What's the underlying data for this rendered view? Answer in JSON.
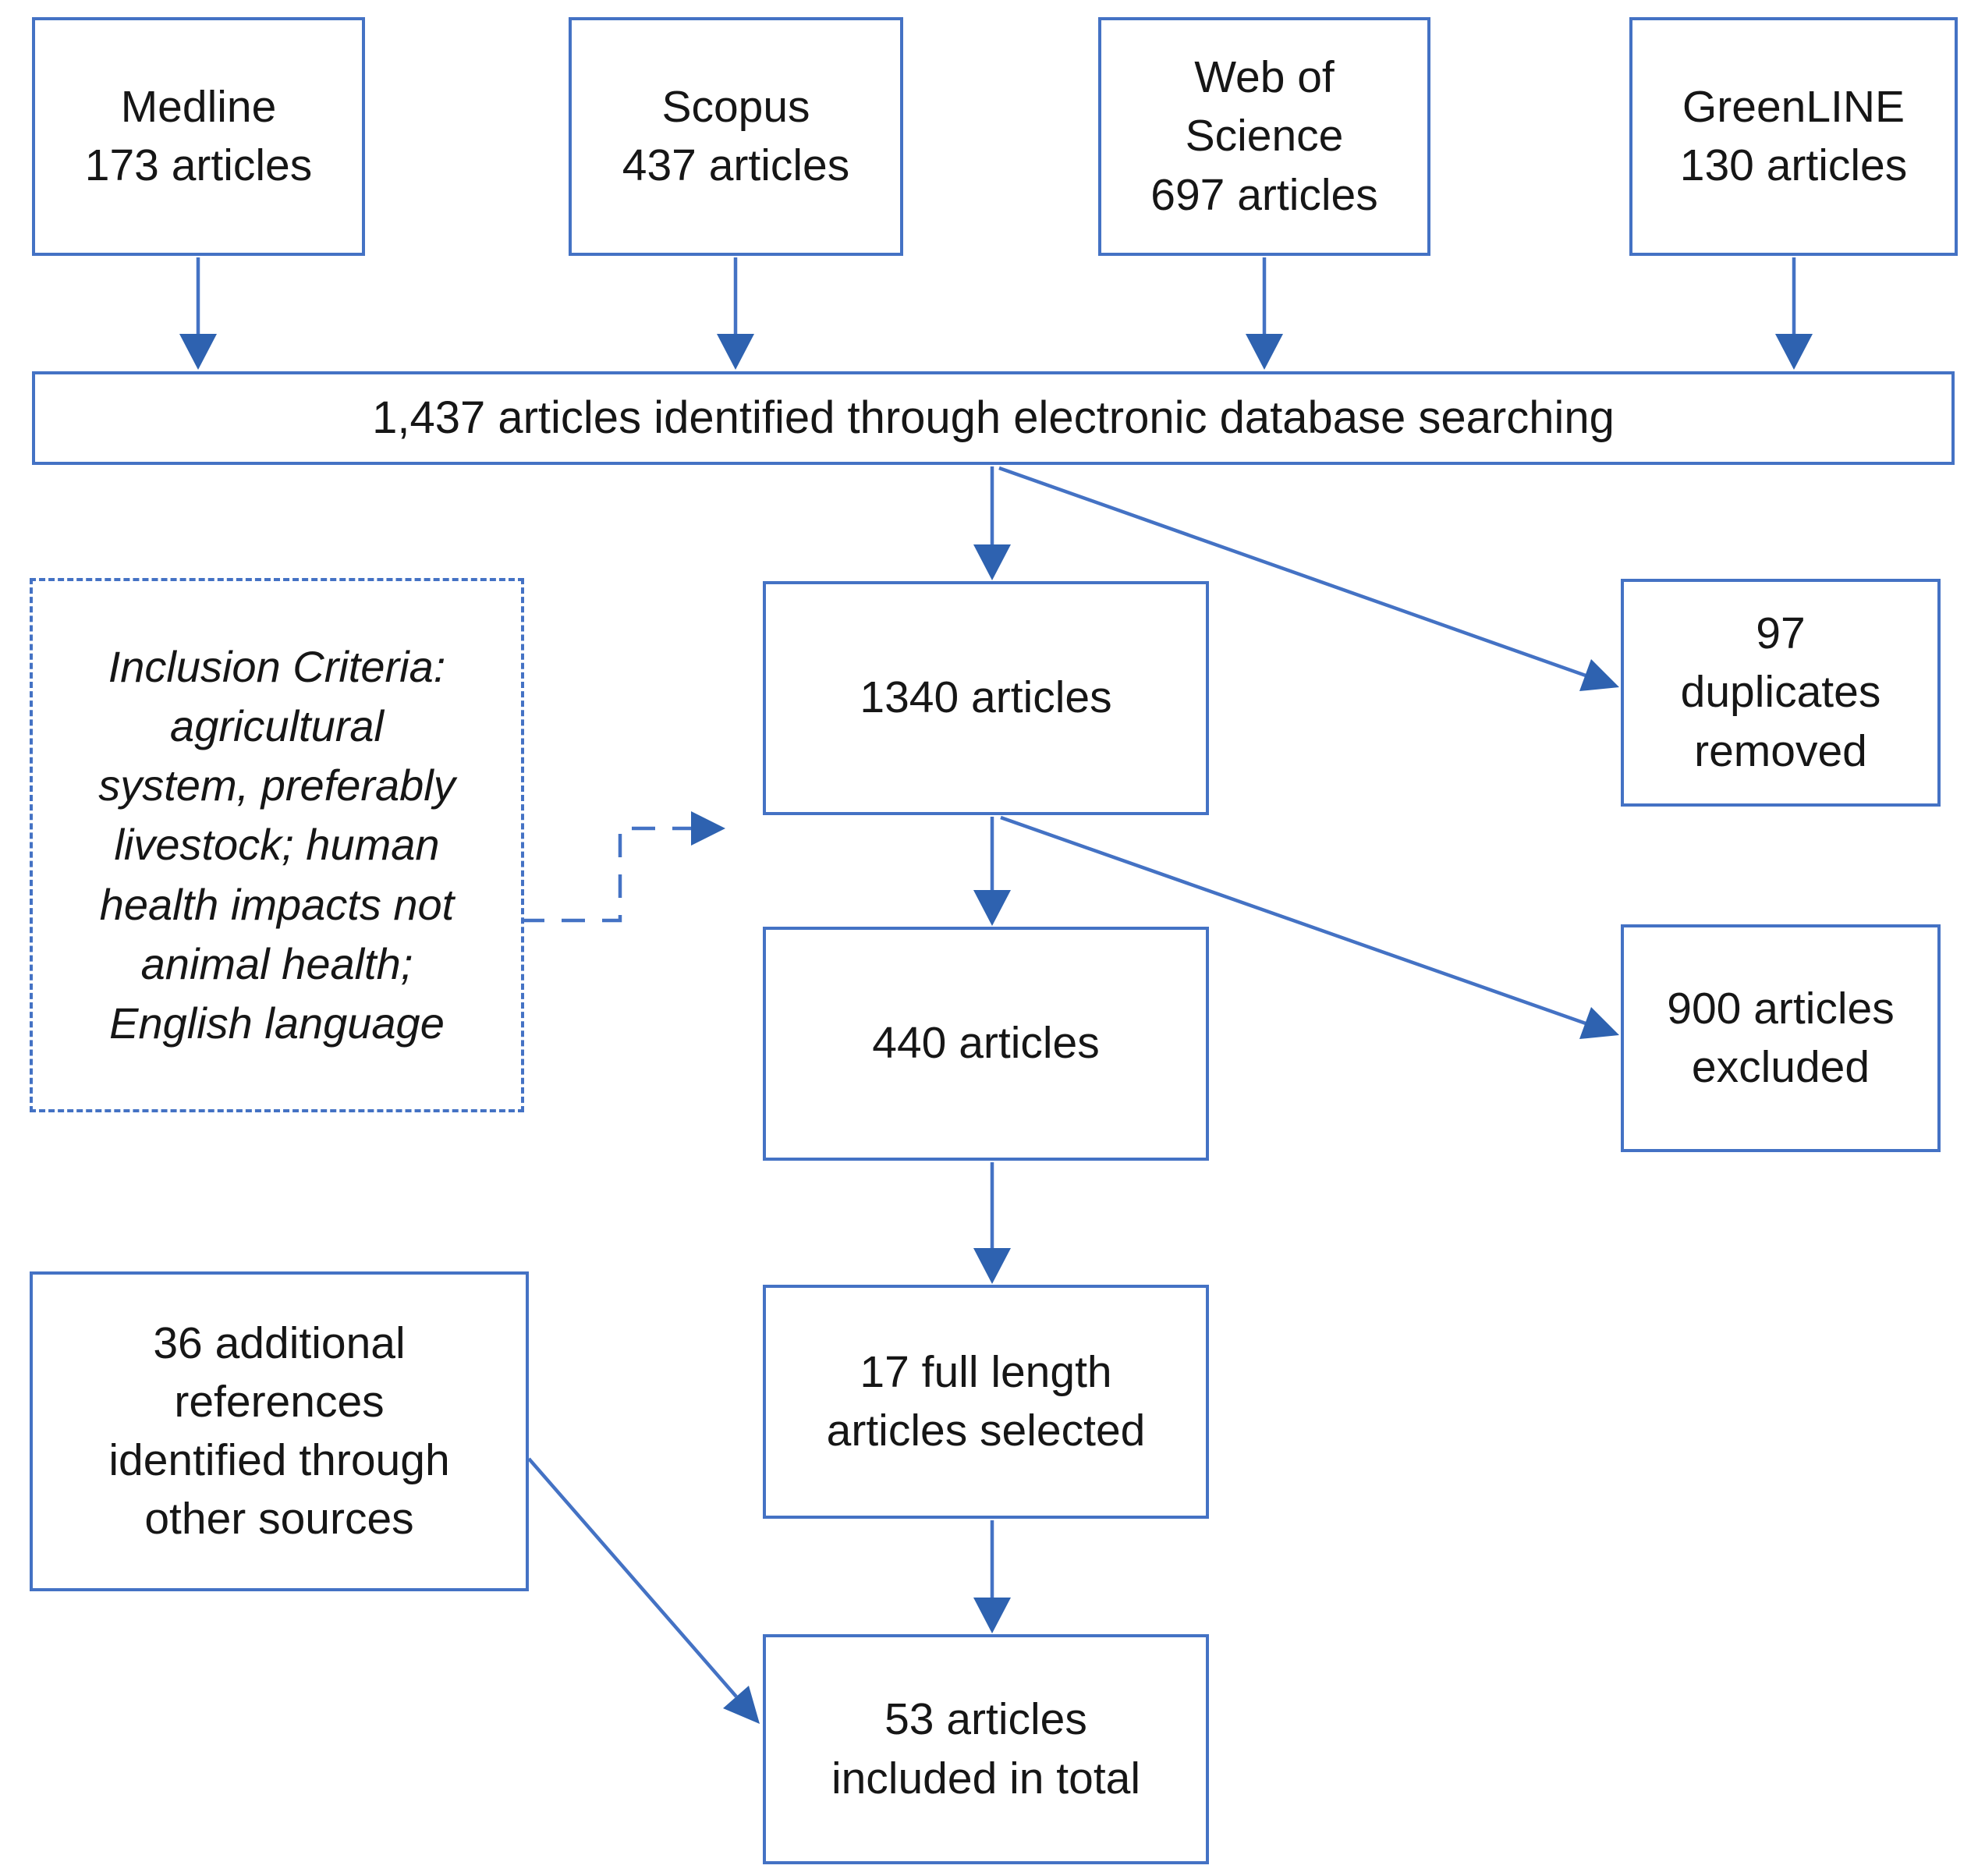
{
  "colors": {
    "box_border": "#4472c4",
    "arrow_line": "#4472c4",
    "arrow_head": "#2e62b0",
    "text": "#161616",
    "background": "#ffffff"
  },
  "nodes": {
    "medline": {
      "lines": [
        "Medline",
        "173 articles"
      ]
    },
    "scopus": {
      "lines": [
        "Scopus",
        "437 articles"
      ]
    },
    "web_of_science": {
      "lines": [
        "Web of",
        "Science",
        "697 articles"
      ]
    },
    "greenline": {
      "lines": [
        "GreenLINE",
        "130 articles"
      ]
    },
    "identified": {
      "lines": [
        "1,437 articles identified through electronic database searching"
      ]
    },
    "articles_1340": {
      "lines": [
        "1340 articles"
      ]
    },
    "duplicates_removed": {
      "lines": [
        "97",
        "duplicates",
        "removed"
      ]
    },
    "inclusion_criteria": {
      "lines": [
        "Inclusion Criteria:",
        "agricultural",
        "system, preferably",
        "livestock; human",
        "health impacts not",
        "animal health;",
        "English language"
      ]
    },
    "articles_440": {
      "lines": [
        "440 articles"
      ]
    },
    "articles_excluded": {
      "lines": [
        "900 articles",
        "excluded"
      ]
    },
    "full_length_selected": {
      "lines": [
        "17 full length",
        "articles selected"
      ]
    },
    "additional_references": {
      "lines": [
        "36 additional",
        "references",
        "identified through",
        "other sources"
      ]
    },
    "included_total": {
      "lines": [
        "53 articles",
        "included in total"
      ]
    }
  }
}
